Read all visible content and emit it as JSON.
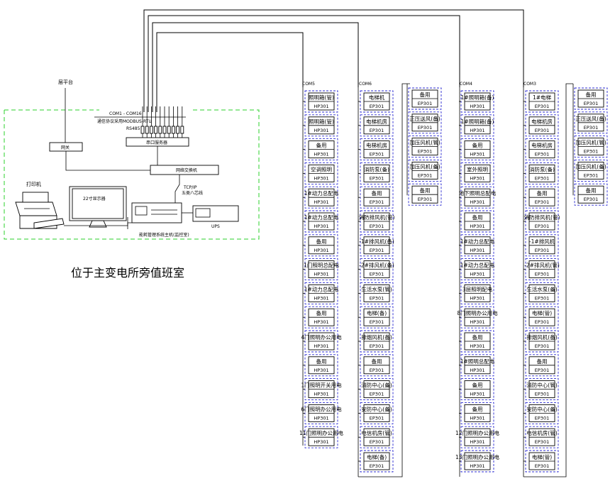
{
  "top_left": {
    "label_top": "层平台",
    "gateway": "网关",
    "ports_label": "COM1 - COM16",
    "protocol_label": "通信协议采用MODBUS-RTU",
    "cable_label": "RS485",
    "serial_server": "串口服务器",
    "switch": "网络交换机",
    "tcpip": "TCP/IP",
    "tcpip_sub": "五类八芯线",
    "printer": "打印机",
    "monitor": "22寸显示器",
    "host": "能耗管理系统主机(监控室)",
    "ups": "UPS",
    "room_title": "位于主变电所旁值班室"
  },
  "columns": [
    {
      "com": "COM5",
      "meters": [
        {
          "name": "照明箱(管)",
          "model": "HP301"
        },
        {
          "name": "照明箱(管)",
          "model": "HP301"
        },
        {
          "name": "备用",
          "model": "HP301"
        },
        {
          "name": "空调照明",
          "model": "HP301"
        },
        {
          "name": "1#动力总配电",
          "model": "HP301"
        },
        {
          "name": "1#动力总配电",
          "model": "HP301"
        },
        {
          "name": "备用",
          "model": "HP301"
        },
        {
          "name": "1门照明总配电",
          "model": "HP301"
        },
        {
          "name": "1#动力总配电",
          "model": "HP301"
        },
        {
          "name": "备用",
          "model": "HP301"
        },
        {
          "name": "4门照明办公用电",
          "model": "HP301"
        },
        {
          "name": "备用",
          "model": "HP301"
        },
        {
          "name": "1门照明开关用电",
          "model": "HP301"
        },
        {
          "name": "6门照明办公用电",
          "model": "HP301"
        },
        {
          "name": "11门照明办公用电",
          "model": "HP301"
        }
      ]
    },
    {
      "com": "COM6",
      "meters": [
        {
          "name": "电梯机",
          "model": "EP301"
        },
        {
          "name": "电梯机房",
          "model": "EP301"
        },
        {
          "name": "电梯机房",
          "model": "EP301"
        },
        {
          "name": "消防泵(备)",
          "model": "EP301"
        },
        {
          "name": "备用",
          "model": "EP301"
        },
        {
          "name": "消防排风机(管)",
          "model": "EP301"
        },
        {
          "name": "-1#排风机(备)",
          "model": "EP301"
        },
        {
          "name": "-2#排风机(备)",
          "model": "EP301"
        },
        {
          "name": "生活水泵(管)",
          "model": "EP301"
        },
        {
          "name": "电梯(备)",
          "model": "EP301"
        },
        {
          "name": "排烟风机(备)",
          "model": "EP301"
        },
        {
          "name": "备用",
          "model": "EP301"
        },
        {
          "name": "消防中心(备)",
          "model": "EP301"
        },
        {
          "name": "安防中心(备)",
          "model": "EP301"
        },
        {
          "name": "电信机房(管)",
          "model": "EP301"
        },
        {
          "name": "电梯(备)",
          "model": "EP301"
        }
      ]
    },
    {
      "com": "",
      "meters": [
        {
          "name": "备用",
          "model": "EP301"
        },
        {
          "name": "正压送风(备)",
          "model": "EP301"
        },
        {
          "name": "加压风机(管)",
          "model": "EP301"
        },
        {
          "name": "加压风机(备)",
          "model": "EP301"
        },
        {
          "name": "备用",
          "model": "EP301"
        }
      ]
    },
    {
      "com": "COM4",
      "meters": [
        {
          "name": "1#照明箱(备)",
          "model": "HP301"
        },
        {
          "name": "1#照明箱(备)",
          "model": "HP301"
        },
        {
          "name": "备用",
          "model": "HP301"
        },
        {
          "name": "室外照明",
          "model": "HP301"
        },
        {
          "name": "地下照明总配电",
          "model": "HP301"
        },
        {
          "name": "备用",
          "model": "HP301"
        },
        {
          "name": "1#动力总配电",
          "model": "HP301"
        },
        {
          "name": "1#动力总配电",
          "model": "HP301"
        },
        {
          "name": "3层照明配电",
          "model": "HP301"
        },
        {
          "name": "8门照明办公用电",
          "model": "HP301"
        },
        {
          "name": "备用",
          "model": "HP301"
        },
        {
          "name": "1#照明总配电",
          "model": "HP301"
        },
        {
          "name": "备用",
          "model": "HP301"
        },
        {
          "name": "备用",
          "model": "HP301"
        },
        {
          "name": "12门照明办公用电",
          "model": "HP301"
        },
        {
          "name": "13门照明办公用电",
          "model": "HP301"
        }
      ]
    },
    {
      "com": "COM3",
      "meters": [
        {
          "name": "1#电梯",
          "model": "EP301"
        },
        {
          "name": "电梯机房",
          "model": "EP301"
        },
        {
          "name": "电梯机房",
          "model": "EP301"
        },
        {
          "name": "消防泵(备)",
          "model": "EP301"
        },
        {
          "name": "备用",
          "model": "EP301"
        },
        {
          "name": "消防排风机(管)",
          "model": "EP301"
        },
        {
          "name": "-1#排风机",
          "model": "EP301"
        },
        {
          "name": "-2#排风机(管)",
          "model": "EP301"
        },
        {
          "name": "生活水泵(备)",
          "model": "EP301"
        },
        {
          "name": "电梯(管)",
          "model": "EP301"
        },
        {
          "name": "排烟风机(备)",
          "model": "EP301"
        },
        {
          "name": "备用",
          "model": "EP301"
        },
        {
          "name": "消防中心(管)",
          "model": "EP301"
        },
        {
          "name": "安防中心(备)",
          "model": "EP301"
        },
        {
          "name": "电信机房(管)",
          "model": "EP301"
        },
        {
          "name": "电梯(管)",
          "model": "EP301"
        }
      ]
    },
    {
      "com": "",
      "meters": [
        {
          "name": "备用",
          "model": "EP301"
        },
        {
          "name": "正压送风(备)",
          "model": "EP301"
        },
        {
          "name": "加压风机(管)",
          "model": "EP301"
        },
        {
          "name": "加压风机(备)",
          "model": "EP301"
        },
        {
          "name": "备用",
          "model": "EP301"
        }
      ]
    }
  ]
}
